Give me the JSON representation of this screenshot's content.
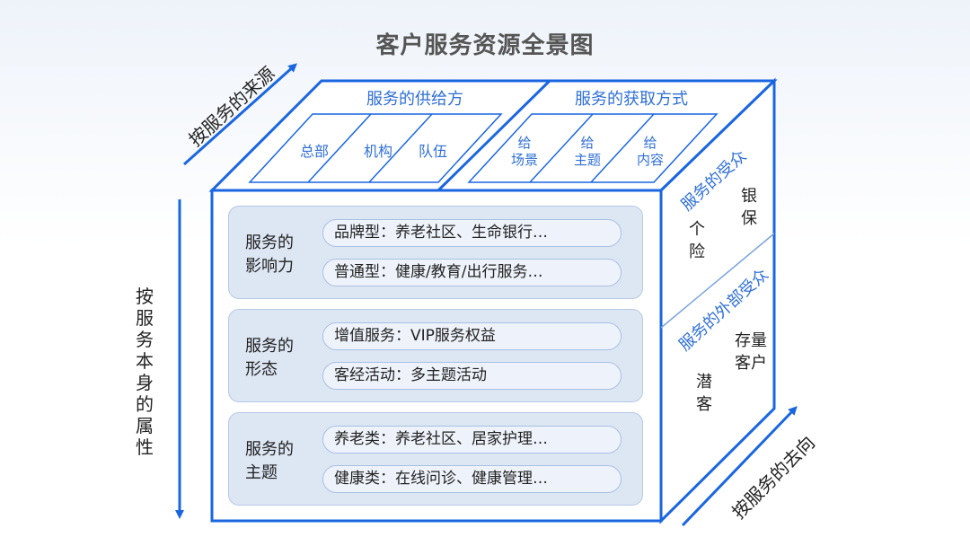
{
  "title": "客户服务资源全景图",
  "axes": {
    "top_left": "按服务的来源",
    "left": "按服务本身的属性",
    "bottom_right": "按服务的去向"
  },
  "top": {
    "left_header": "服务的供给方",
    "left_cells": [
      "总部",
      "机构",
      "队伍"
    ],
    "right_header": "服务的获取方式",
    "right_cells": [
      {
        "line1": "给",
        "line2": "场景"
      },
      {
        "line1": "给",
        "line2": "主题"
      },
      {
        "line1": "给",
        "line2": "内容"
      }
    ]
  },
  "right": {
    "upper_header": "服务的受众",
    "upper_items": {
      "a": "个险",
      "b": "银保"
    },
    "lower_header": "服务的外部受众",
    "lower_items": {
      "a": "潜客",
      "b1": "存量",
      "b2": "客户"
    }
  },
  "front": [
    {
      "title1": "服务的",
      "title2": "影响力",
      "items": [
        "品牌型：养老社区、生命银行…",
        "普通型：健康/教育/出行服务…"
      ]
    },
    {
      "title1": "服务的",
      "title2": "形态",
      "items": [
        "增值服务：VIP服务权益",
        "客经活动：多主题活动"
      ]
    },
    {
      "title1": "服务的",
      "title2": "主题",
      "items": [
        "养老类：养老社区、居家护理…",
        "健康类：在线问诊、健康管理…"
      ]
    }
  ],
  "colors": {
    "accent": "#1a66e0",
    "label_blue": "#2f6fd6",
    "panel": "#dde6f3"
  }
}
